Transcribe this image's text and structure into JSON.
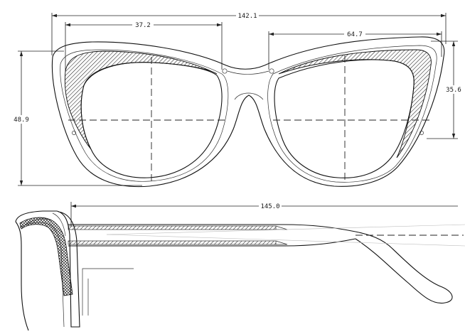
{
  "dimensions": {
    "overall_width": "142.1",
    "left_lens_width": "37.2",
    "right_lens_width": "64.7",
    "right_lens_height": "35.6",
    "overall_height": "48.9",
    "temple_length": "145.0"
  },
  "colors": {
    "line": "#111111",
    "hatch": "#333333",
    "background": "#ffffff"
  }
}
